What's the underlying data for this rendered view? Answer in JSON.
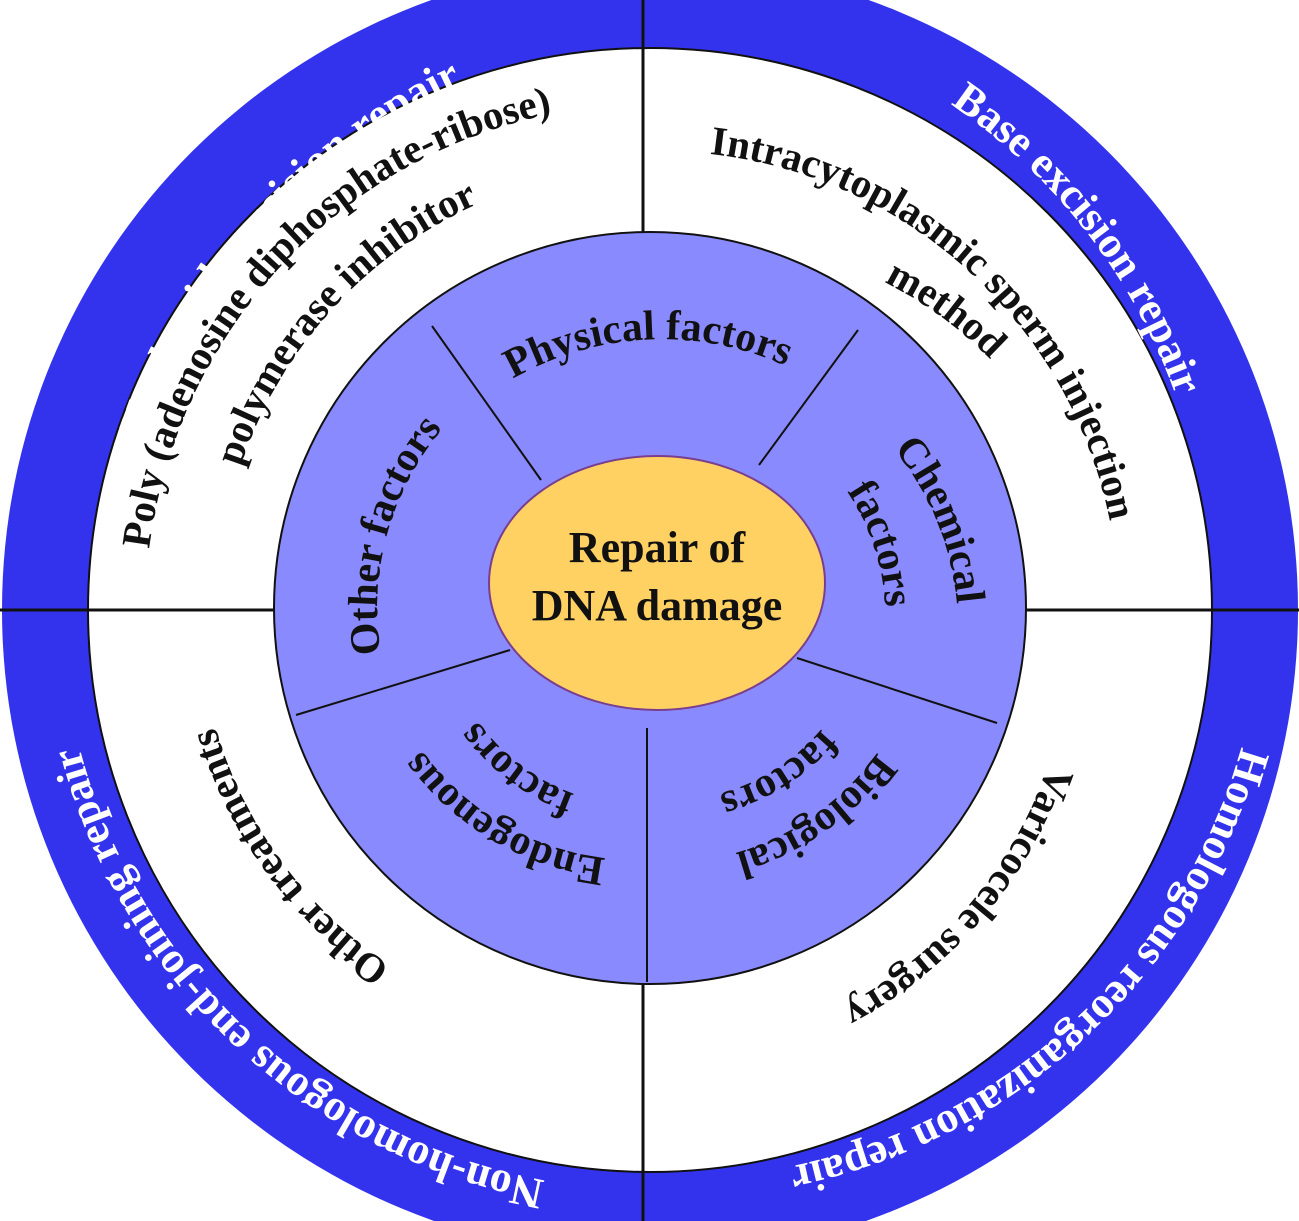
{
  "center": {
    "line1": "Repair of",
    "line2": "DNA damage",
    "fill": "#FFD062"
  },
  "colors": {
    "outer_ring": "#3333EE",
    "inner_ring": "#8A8AFF",
    "white_ring": "#FFFFFF",
    "lines": "#111111"
  },
  "outer_ring": {
    "nucleotide": "Nucleotide excision repair",
    "base": "Base excision repair",
    "homologous": "Homologous reorganization repair",
    "nonhomologous": "Non-homologous end-joining repair"
  },
  "treatments": {
    "parp_line1": "Poly (adenosine diphosphate-ribose)",
    "parp_line2": "polymerase inhibitor",
    "icsi_line1": "Intracytoplasmic sperm injection",
    "icsi_line2": "method",
    "varicocele": "Varicocele surgery",
    "other": "Other treatments"
  },
  "factors": {
    "physical": "Physical factors",
    "chemical_line1": "Chemical",
    "chemical_line2": "factors",
    "biological_line1": "Biological",
    "biological_line2": "factors",
    "endogenous_line1": "Endogenous",
    "endogenous_line2": "factors",
    "other": "Other factors"
  }
}
